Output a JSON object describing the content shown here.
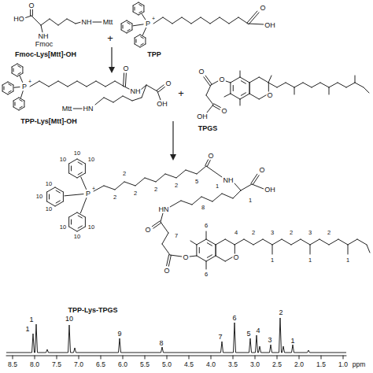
{
  "diagram": {
    "labels": [
      "O",
      "HO",
      "NH",
      "Fmoc",
      "NH",
      "Mtt",
      "Fmoc-Lys[Mtt]-OH",
      "+",
      "P",
      "+",
      "O",
      "OH",
      "TPP",
      "P",
      "+",
      "O",
      "NH",
      "O",
      "OH",
      "HN",
      "Mtt",
      "TPP-Lys[Mtt]-OH",
      "+",
      "O",
      "O",
      "O",
      "OH",
      "O",
      "TPGS",
      "P",
      "+",
      "10",
      "10",
      "10",
      "10",
      "10",
      "10",
      "10",
      "10",
      "10",
      "O",
      "NH",
      "O",
      "OH",
      "HN",
      "O",
      "O",
      "O",
      "O",
      "2",
      "2",
      "2",
      "2",
      "2",
      "5",
      "1",
      "1",
      "8",
      "7",
      "6",
      "6",
      "4",
      "2",
      "3",
      "2",
      "3",
      "2",
      "1",
      "1",
      "1",
      "TPP-Lys-TPGS",
      "1",
      "1",
      "10",
      "9",
      "8",
      "7",
      "6",
      "5",
      "4",
      "3",
      "2",
      "1",
      "8.5",
      "8.0",
      "7.5",
      "7.0",
      "6.5",
      "6.0",
      "5.5",
      "5.0",
      "4.5",
      "4.0",
      "3.5",
      "3.0",
      "2.5",
      "2.0",
      "1.5",
      "1.0",
      "ppm"
    ]
  }
}
